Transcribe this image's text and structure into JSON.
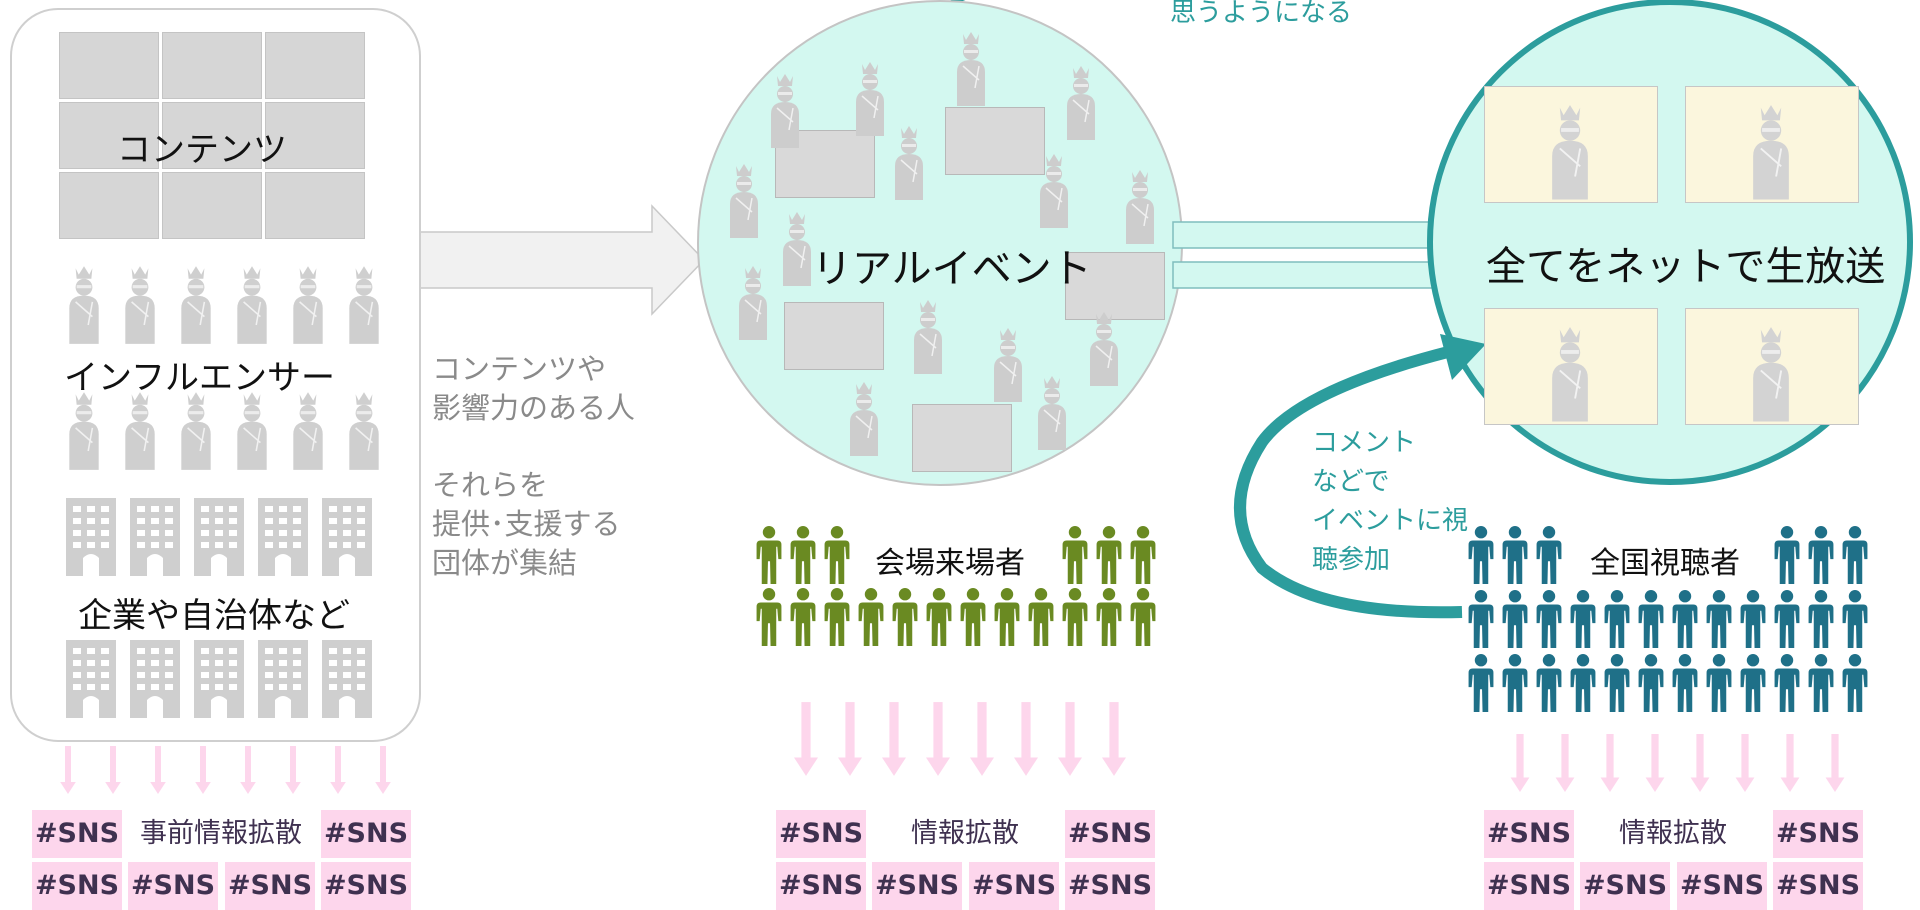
{
  "left_panel": {
    "contents_label": "コンテンツ",
    "influencer_label": "インフルエンサー",
    "org_label": "企業や自治体など"
  },
  "middle_note": {
    "line1": "コンテンツや\n影響力のある人",
    "line2": "それらを\n提供･支援する\n団体が集結"
  },
  "top_fragment": "思うようになる",
  "real_event": {
    "title": "リアルイベント",
    "audience_label": "会場来場者"
  },
  "broadcast": {
    "title": "全てをネットで生放送",
    "audience_label": "全国視聴者",
    "comment_note": "コメント\nなどで\nイベントに視\n聴参加"
  },
  "sns": {
    "tag": "#SNS",
    "left_spread": "事前情報拡散",
    "mid_spread": "情報拡散",
    "right_spread": "情報拡散"
  },
  "colors": {
    "teal": "#2c9d9d",
    "light_cyan": "#d3f8f0",
    "green_people": "#6a8a22",
    "blue_people": "#1f7088",
    "sns_pink": "#fdd6ec",
    "arrow_pink": "#fdd6ec",
    "gray_icon": "#cfcfcf"
  }
}
